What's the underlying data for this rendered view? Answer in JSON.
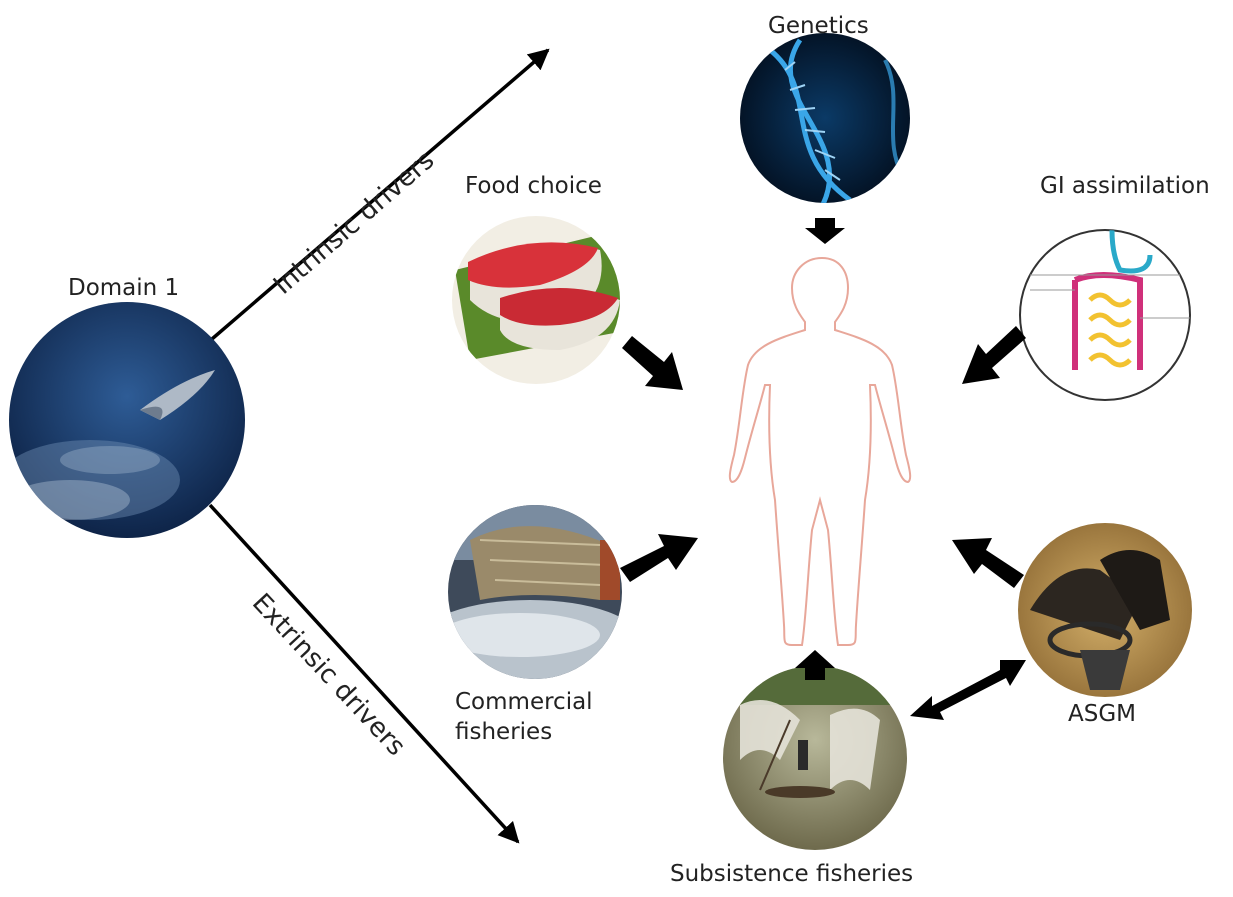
{
  "domain_node": {
    "label": "Domain 1"
  },
  "drivers": {
    "intrinsic": "Intrinsic drivers",
    "extrinsic": "Extrinsic drivers"
  },
  "factors": {
    "genetics": "Genetics",
    "food_choice": "Food choice",
    "gi_assimilation": "GI assimilation",
    "commercial_fisheries": "Commercial fisheries",
    "asgm": "ASGM",
    "subsistence_fisheries": "Subsistence fisheries"
  },
  "colors": {
    "arrow": "#000000",
    "body_outline": "#e8a79a",
    "ocean": "#1d3f73",
    "dna_bg": "#041a33",
    "dna": "#3aa6e8",
    "tuna": "#d8323a",
    "leaf": "#5a8a2a",
    "net": "#8a7a5a",
    "sand": "#b08a45",
    "water": "#8a8a6a"
  }
}
